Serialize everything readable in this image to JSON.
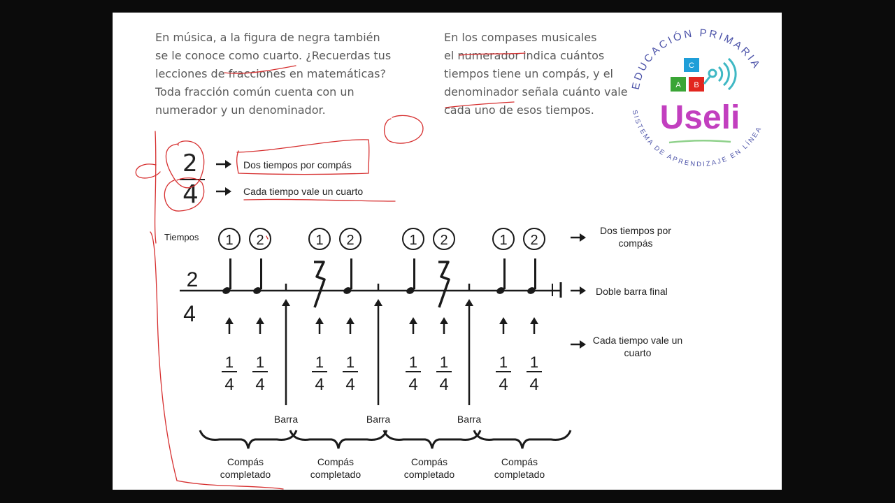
{
  "intro_left": "En música, a la figura de negra también\nse le conoce como cuarto. ¿Recuerdas tus\nlecciones de fracciones en matemáticas?\nToda fracción común cuenta con un\nnumerador y un denominador.",
  "intro_right": "En los compases musicales\nel numerador indica cuántos\ntiempos tiene un compás, y el\ndenominador señala cuánto vale\ncada uno de esos tiempos.",
  "logo": {
    "arc_text": "EDUCACIÓN PRIMARIA",
    "brand": "Useli",
    "sub_text": "SISTEMA DE APRENDIZAJE EN LÍNEA",
    "blocks": [
      "A",
      "B",
      "C"
    ],
    "colors": {
      "brand": "#c23fbf",
      "arc_text": "#4b52a8",
      "block_a": "#3aa536",
      "block_b": "#e2261f",
      "block_c": "#1f9ed8",
      "signal": "#3fb8c4"
    }
  },
  "time_signature": {
    "numerator": "2",
    "denominator": "4",
    "numerator_meaning": "Dos tiempos por compás",
    "denominator_meaning": "Cada tiempo vale un cuarto"
  },
  "diagram": {
    "tiempos_label": "Tiempos",
    "beat_numbers": [
      "1",
      "2"
    ],
    "fraction": {
      "num": "1",
      "den": "4"
    },
    "barra_label": "Barra",
    "compas_label": "Compás completado",
    "right_labels": {
      "dos_tiempos": "Dos tiempos por compás",
      "doble_barra": "Doble barra final",
      "cada_tiempo": "Cada tiempo vale un cuarto"
    },
    "measures": [
      [
        "note",
        "note"
      ],
      [
        "rest",
        "note"
      ],
      [
        "note",
        "rest"
      ],
      [
        "note",
        "note"
      ]
    ]
  },
  "colors": {
    "annotation": "#d62f2f",
    "text": "#5a5a5a",
    "ink": "#1a1a1a"
  }
}
